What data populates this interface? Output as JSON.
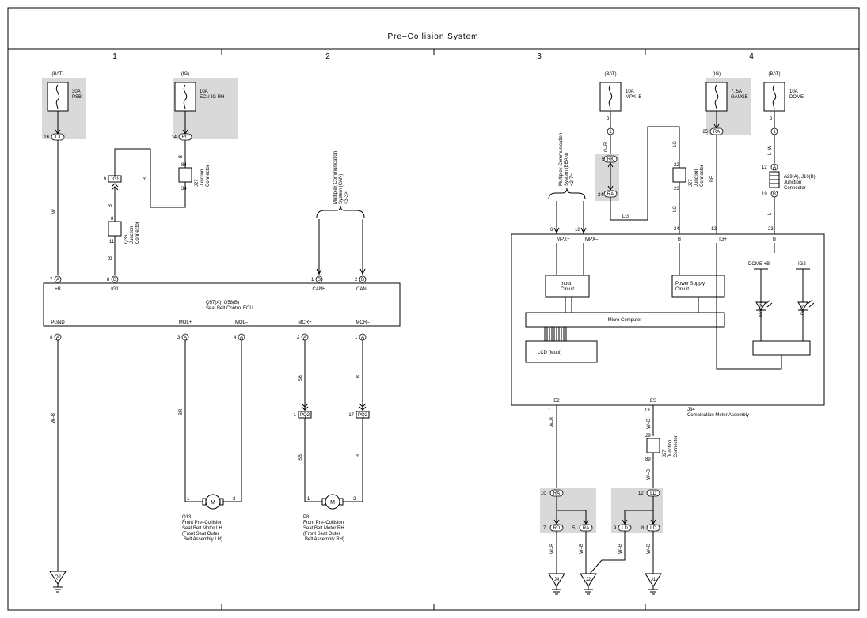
{
  "title": "Pre–Collision System",
  "columns": [
    "1",
    "2",
    "3",
    "4"
  ],
  "fuses": {
    "f1": {
      "src": "(BAT)",
      "amp": "30A",
      "name": "PSB"
    },
    "f2": {
      "src": "(IG)",
      "amp": "10A",
      "name": "ECU-IG RH"
    },
    "f3": {
      "src": "(BAT)",
      "amp": "10A",
      "name": "MPX–B"
    },
    "f4": {
      "src": "(IG)",
      "amp": "7. 5A",
      "name": "GAUGE"
    },
    "f5": {
      "src": "(BAT)",
      "amp": "10A",
      "name": "DOME"
    }
  },
  "connectors": {
    "lj": "LJ",
    "rd": "RD",
    "jg1": "JG1",
    "rk": "RK",
    "ra": "RA",
    "a": "A",
    "b": "B",
    "pq2": "PQ2",
    "ld": "LD"
  },
  "junctions": {
    "j27": [
      "J27",
      "Junction",
      "Connector"
    ],
    "q36": [
      "Q36",
      "Junction",
      "Connector"
    ],
    "a29": [
      "A29(A), J10(B)",
      "Junction",
      "Connector"
    ]
  },
  "ecu": {
    "name": [
      "Q57(A), Q58(B)",
      "Seat Belt Control ECU"
    ],
    "top": [
      {
        "pin": "7",
        "c": "A",
        "label": "+B"
      },
      {
        "pin": "8",
        "c": "B",
        "label": "IG1"
      },
      {
        "pin": "1",
        "c": "B",
        "label": "CANH"
      },
      {
        "pin": "2",
        "c": "B",
        "label": "CANL"
      }
    ],
    "bottom": [
      {
        "pin": "8",
        "c": "A",
        "label": "PGND"
      },
      {
        "pin": "3",
        "c": "A",
        "label": "MOL+"
      },
      {
        "pin": "4",
        "c": "A",
        "label": "MOL–"
      },
      {
        "pin": "2",
        "c": "A",
        "label": "MCR+"
      },
      {
        "pin": "1",
        "c": "A",
        "label": "MOR–"
      }
    ]
  },
  "can_label": [
    "Multiplex Communication",
    "System (CAN)",
    "<3-3>"
  ],
  "mpx_label": [
    "Multiplex Communication",
    "System (BEAN)",
    "<2-7>"
  ],
  "motors": {
    "lh": {
      "symbol": "M",
      "lines": [
        "Q13",
        "Front Pre–Collision",
        "Seat Belt Motor LH",
        "(Front Seat Outer",
        "Belt Assembly LH)"
      ]
    },
    "rh": {
      "symbol": "M",
      "lines": [
        "P8",
        "Front Pre–Collision",
        "Seat Belt Motor RH",
        "(Front Seat Outer",
        "Belt Assembly RH)"
      ]
    }
  },
  "meter": {
    "name": [
      "J34",
      "Combination Meter Assembly"
    ],
    "pins_top": [
      {
        "pin": "6",
        "label": "MPX+"
      },
      {
        "pin": "18",
        "label": "MPX–"
      },
      {
        "pin": "24",
        "label": "B"
      },
      {
        "pin": "12",
        "label": "IG+"
      },
      {
        "pin": "23",
        "label": "B"
      }
    ],
    "pins_bottom": [
      {
        "pin": "1",
        "label": "E2"
      },
      {
        "pin": "13",
        "label": "ES"
      }
    ],
    "input": [
      "Input",
      "Circuit"
    ],
    "power": [
      "Power Supply",
      "Circuit"
    ],
    "micro": "Micro Computer",
    "lcd": "LCD (Multi)",
    "dome": "DOME +B",
    "ig2": "IG2",
    "master": "Master",
    "pcs": "PCS"
  },
  "wires": {
    "W": "W",
    "B": "B",
    "WB": "W–B",
    "BR": "BR",
    "L": "L",
    "SB": "SB",
    "GR": "G–R",
    "LG": "LG",
    "BE": "BE",
    "LW": "L–W"
  },
  "pins": {
    "p16": "16",
    "p14": "14",
    "p9": "9",
    "p8": "8",
    "p11": "11",
    "p84": "84",
    "p34": "34",
    "p7": "7",
    "p1": "1",
    "p2": "2",
    "p3": "3",
    "p4": "4",
    "p17": "17",
    "p5": "5",
    "p24": "24",
    "p22": "22",
    "p23": "23",
    "p25": "25",
    "p12": "12",
    "p19": "19",
    "p10": "10",
    "p13": "13",
    "p29": "29",
    "p89": "89",
    "p6": "6",
    "p18": "18"
  },
  "grounds": {
    "q2": "Q2",
    "j4": "J4",
    "j2": "J2",
    "j1": "J1"
  }
}
